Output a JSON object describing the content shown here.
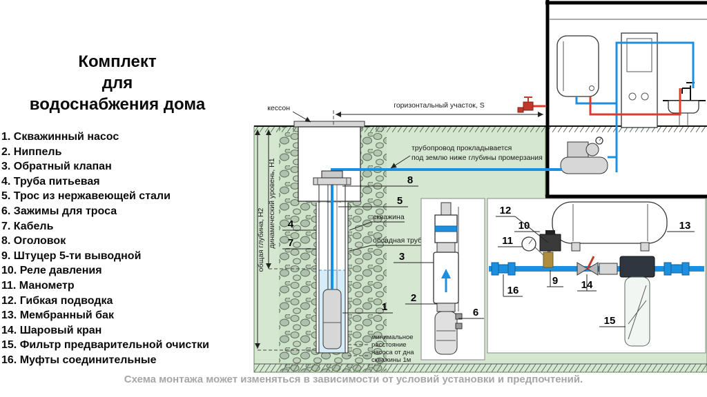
{
  "title": {
    "lines": [
      "Комплект",
      "для",
      "водоснабжения дома"
    ]
  },
  "parts": {
    "items": [
      "1. Скважинный насос",
      "2. Ниппель",
      "3. Обратный клапан",
      "4. Труба питьевая",
      "5. Трос из нержавеющей стали",
      "6. Зажимы для троса",
      "7. Кабель",
      "8. Оголовок",
      "9. Штуцер 5-ти выводной",
      "10. Реле давления",
      "11. Манометр",
      "12. Гибкая подводка",
      "13. Мембранный бак",
      "14. Шаровый кран",
      "15. Фильтр предварительной очистки",
      "16. Муфты соединительные"
    ]
  },
  "diagram": {
    "labels": {
      "kesson": "кессон",
      "horizontal_section": "горизонтальный участок, S",
      "pipeline_note_line1": "трубопровод прокладывается",
      "pipeline_note_line2": "под землю ниже глубины промерзания",
      "well": "скважина",
      "casing": "обсадная труба",
      "total_depth": "общая глубина, Н2",
      "dynamic_level": "динамический уровень, Н1",
      "min_distance_line1": "минимальное",
      "min_distance_line2": "расстояние",
      "min_distance_line3": "насоса от дна",
      "min_distance_line4": "скважины 1м"
    },
    "callouts": {
      "c1": "1",
      "c2": "2",
      "c3": "3",
      "c4": "4",
      "c5": "5",
      "c6": "6",
      "c7": "7",
      "c8": "8",
      "c9": "9",
      "c10": "10",
      "c11": "11",
      "c12": "12",
      "c13": "13",
      "c14": "14",
      "c15": "15",
      "c16": "16"
    }
  },
  "footer": {
    "note": "Схема монтажа может изменяться в зависимости от условий установки и предпочтений."
  },
  "colors": {
    "cold_pipe": "#1d8fe0",
    "hot_pipe": "#e03a2c",
    "ground_green": "#d5e7d1"
  }
}
